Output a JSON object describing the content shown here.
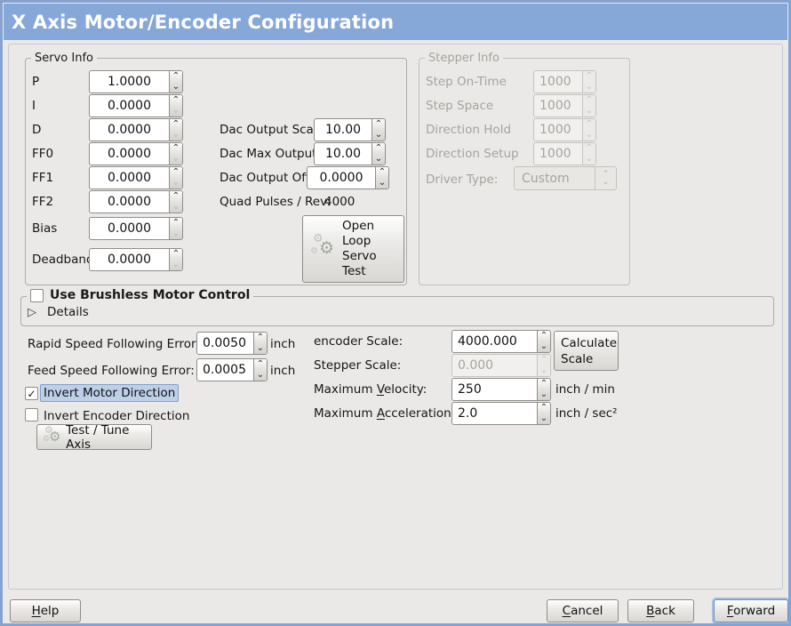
{
  "colors": {
    "titlebar_bg": "#85a8d8",
    "window_bg": "#ebe9e7",
    "focus_highlight_bg": "#bdd0e8",
    "focus_ring": "#a5bfe0"
  },
  "titlebar": {
    "title": "X Axis Motor/Encoder Configuration"
  },
  "icons": {
    "spin_up": "⌃",
    "spin_down": "⌄",
    "checkmark": "✓",
    "expander_collapsed": "▷",
    "gear": "⚙"
  },
  "servo_info": {
    "title": "Servo Info",
    "fields": [
      {
        "label": "P",
        "value": "1.0000"
      },
      {
        "label": "I",
        "value": "0.0000"
      },
      {
        "label": "D",
        "value": "0.0000"
      },
      {
        "label": "FF0",
        "value": "0.0000"
      },
      {
        "label": "FF1",
        "value": "0.0000"
      },
      {
        "label": "FF2",
        "value": "0.0000"
      },
      {
        "label": "Bias",
        "value": "0.0000"
      },
      {
        "label": "Deadband",
        "value": "0.0000"
      }
    ]
  },
  "dac": {
    "output_scale_label": "Dac Output Scale:",
    "output_scale_value": "10.00",
    "max_output_label": "Dac Max Output:",
    "max_output_value": "10.00",
    "output_offset_label": "Dac Output Offset:",
    "output_offset_value": "0.0000",
    "quad_pulses_label": "Quad Pulses / Rev:",
    "quad_pulses_value": "4000",
    "open_loop_button_label": "Open\nLoop\nServo\nTest"
  },
  "stepper_info": {
    "title": "Stepper Info",
    "fields": [
      {
        "label": "Step On-Time",
        "value": "1000"
      },
      {
        "label": "Step Space",
        "value": "1000"
      },
      {
        "label": "Direction Hold",
        "value": "1000"
      },
      {
        "label": "Direction Setup",
        "value": "1000"
      }
    ],
    "driver_type_label": "Driver Type:",
    "driver_type_value": "Custom"
  },
  "brushless": {
    "checkbox_label": "Use Brushless Motor Control",
    "details_label": "Details"
  },
  "following_error": {
    "rapid_label": "Rapid Speed Following Error:",
    "rapid_value": "0.0050",
    "rapid_unit": "inch",
    "feed_label": "Feed Speed Following Error:",
    "feed_value": "0.0005",
    "feed_unit": "inch"
  },
  "scale": {
    "encoder_label": "encoder Scale:",
    "encoder_value": "4000.000",
    "stepper_label": "Stepper Scale:",
    "stepper_value": "0.000",
    "calculate_button_label": "Calculate Scale",
    "velocity_label_pre": "Maximum ",
    "velocity_mn": "V",
    "velocity_label_post": "elocity:",
    "velocity_value": "250",
    "velocity_unit": "inch / min",
    "accel_label_pre": "Maximum ",
    "accel_mn": "A",
    "accel_label_post": "cceleration:",
    "accel_value": "2.0",
    "accel_unit": "inch / sec²"
  },
  "direction": {
    "invert_motor_label": "Invert Motor Direction",
    "invert_encoder_label": "Invert Encoder Direction",
    "test_tune_button_label": "Test / Tune Axis"
  },
  "footer": {
    "help_mn": "H",
    "help_rest": "elp",
    "cancel_mn": "C",
    "cancel_rest": "ancel",
    "back_mn": "B",
    "back_rest": "ack",
    "forward_mn": "F",
    "forward_rest": "orward"
  }
}
